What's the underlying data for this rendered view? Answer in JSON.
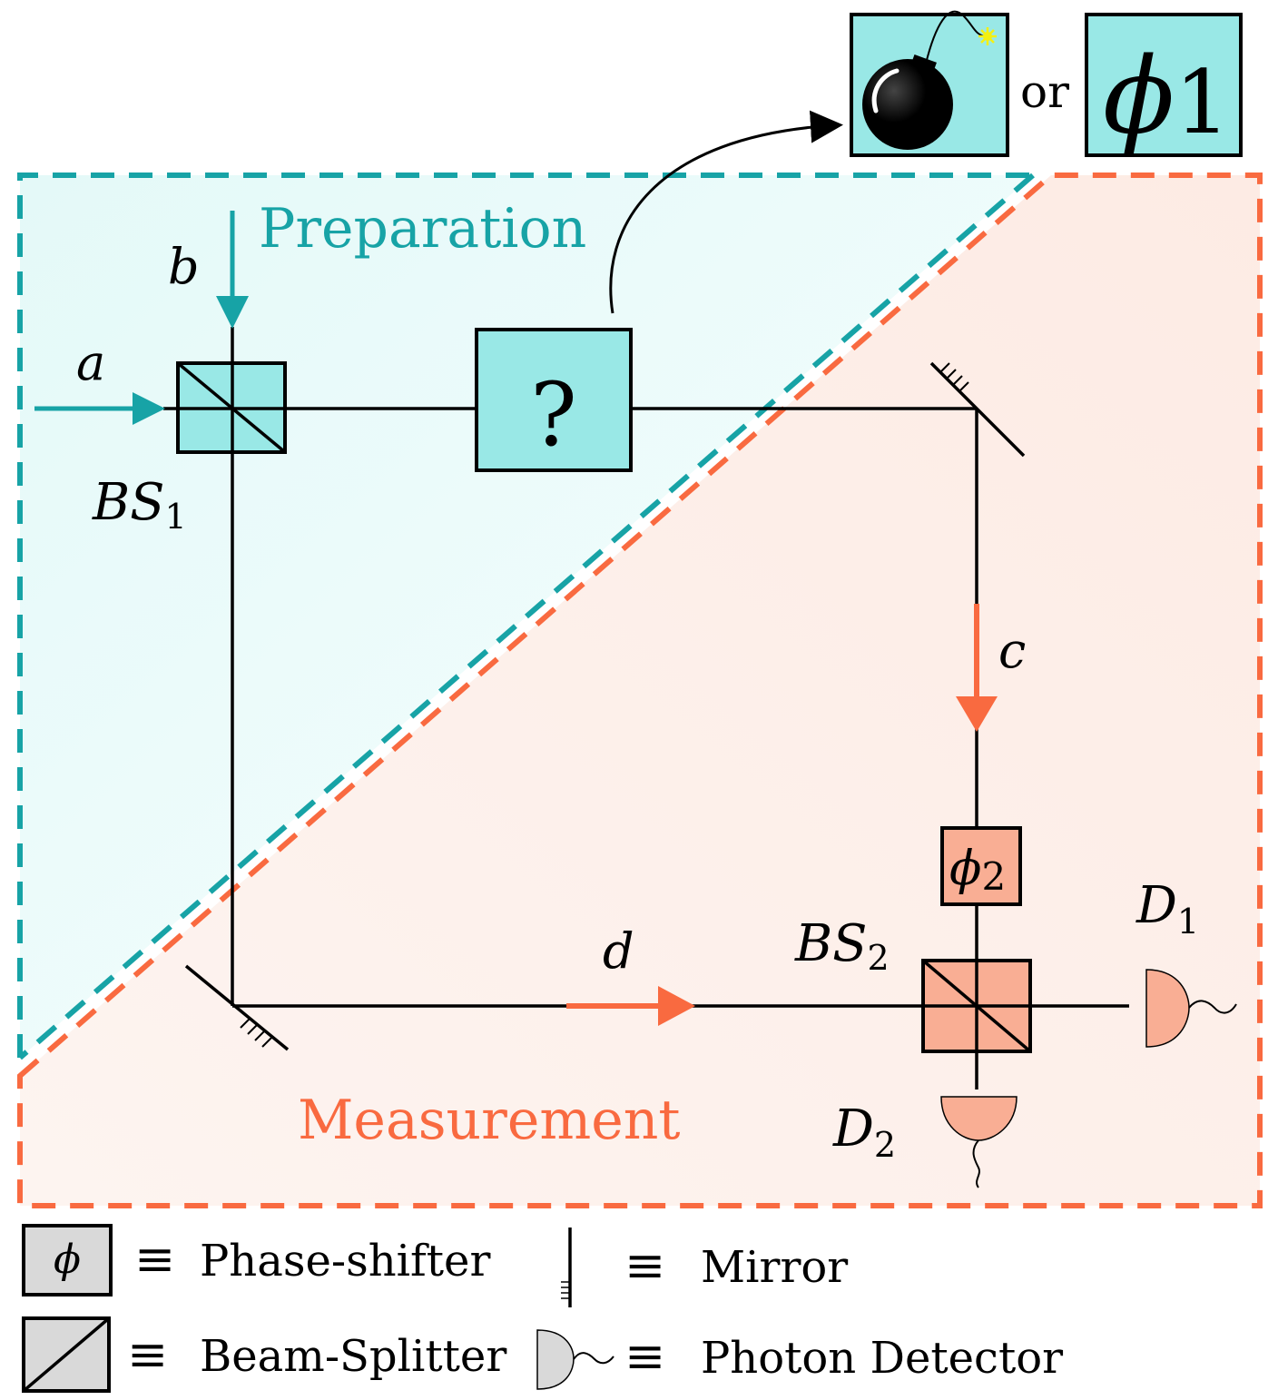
{
  "colors": {
    "preparation": "#17a3a6",
    "measurement": "#f96a40",
    "teal_fill": "#99e8e6",
    "salmon_fill": "#f9ae94",
    "legend_fill": "#d9d9d9",
    "line": "#000000",
    "spark": "#f4f011"
  },
  "regions": {
    "preparation_label": "Preparation",
    "measurement_label": "Measurement"
  },
  "beams": {
    "a": "a",
    "b": "b",
    "c": "c",
    "d": "d"
  },
  "components": {
    "bs1": {
      "name": "BS",
      "sub": "1"
    },
    "bs2": {
      "name": "BS",
      "sub": "2"
    },
    "unknown_box": "?",
    "phase2": {
      "name": "ϕ",
      "sub": "2"
    },
    "d1": {
      "name": "D",
      "sub": "1"
    },
    "d2": {
      "name": "D",
      "sub": "2"
    }
  },
  "options": {
    "bomb_icon": "bomb-icon",
    "or_text": "or",
    "phase1": {
      "name": "ϕ",
      "sub": "1"
    }
  },
  "legend": {
    "equiv_symbol": "≡",
    "phase_shifter_symbol": "ϕ",
    "phase_shifter": "Phase-shifter",
    "mirror": "Mirror",
    "beam_splitter": "Beam-Splitter",
    "photon_detector": "Photon Detector"
  }
}
